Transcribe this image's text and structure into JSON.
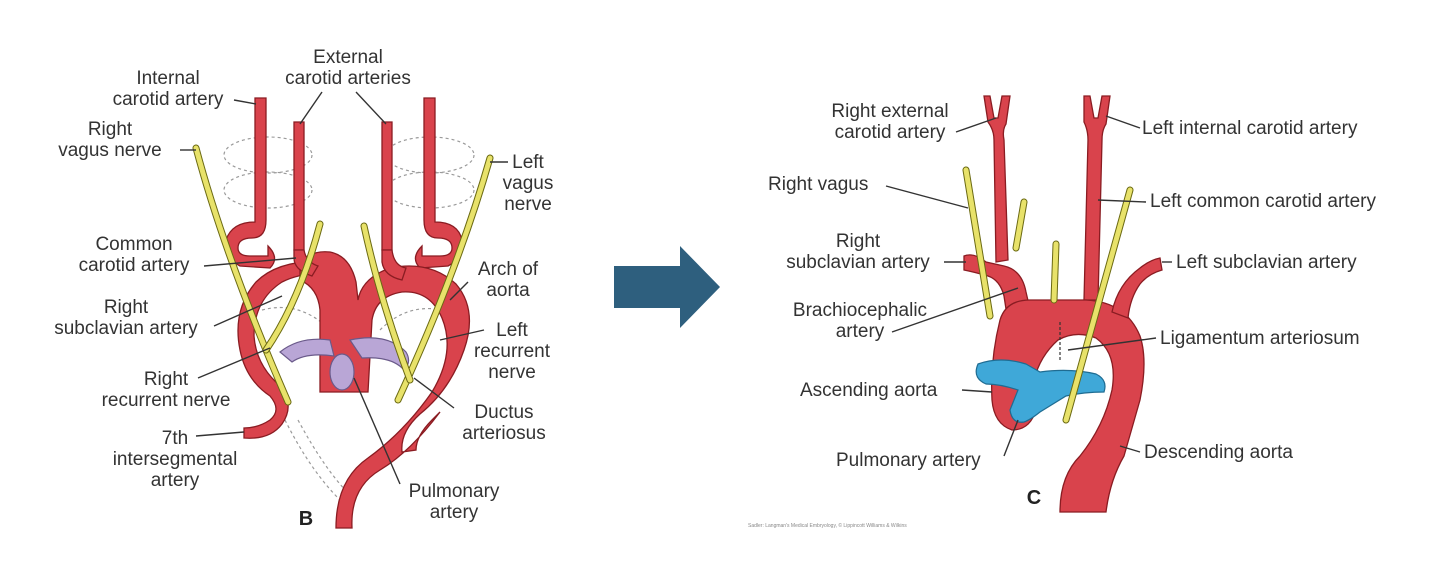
{
  "colors": {
    "artery": "#d9434c",
    "artery_outline": "#8a1c22",
    "pulmonary_early": "#b9a6d6",
    "pulmonary_adult": "#3fa8d8",
    "nerve": "#e8e26a",
    "arrow": "#2e5f7e"
  },
  "panel_b": {
    "letter": "B",
    "labels": {
      "external_carotid_1": "External",
      "external_carotid_2": "carotid arteries",
      "internal_carotid_1": "Internal",
      "internal_carotid_2": "carotid artery",
      "right_vagus_1": "Right",
      "right_vagus_2": "vagus nerve",
      "left_vagus_1": "Left",
      "left_vagus_2": "vagus",
      "left_vagus_3": "nerve",
      "common_carotid_1": "Common",
      "common_carotid_2": "carotid artery",
      "arch_aorta_1": "Arch of",
      "arch_aorta_2": "aorta",
      "right_subclavian_1": "Right",
      "right_subclavian_2": "subclavian artery",
      "left_recurrent_1": "Left",
      "left_recurrent_2": "recurrent",
      "left_recurrent_3": "nerve",
      "right_recurrent_1": "Right",
      "right_recurrent_2": "recurrent nerve",
      "ductus_1": "Ductus",
      "ductus_2": "arteriosus",
      "intersegmental_1": "7th",
      "intersegmental_2": "intersegmental",
      "intersegmental_3": "artery",
      "pulmonary_1": "Pulmonary",
      "pulmonary_2": "artery"
    }
  },
  "arrow": {
    "icon": "right-arrow-icon"
  },
  "panel_c": {
    "letter": "C",
    "credit": "Sadler: Langman's Medical Embryology, © Lippincott Williams & Wilkins",
    "labels": {
      "right_external_carotid_1": "Right external",
      "right_external_carotid_2": "carotid artery",
      "left_internal_carotid": "Left internal carotid artery",
      "right_vagus": "Right vagus",
      "left_common_carotid": "Left common carotid artery",
      "right_subclavian_1": "Right",
      "right_subclavian_2": "subclavian artery",
      "left_subclavian": "Left subclavian artery",
      "brachiocephalic_1": "Brachiocephalic",
      "brachiocephalic_2": "artery",
      "ligamentum": "Ligamentum arteriosum",
      "ascending_aorta": "Ascending aorta",
      "descending_aorta": "Descending aorta",
      "pulmonary_artery": "Pulmonary artery"
    }
  }
}
